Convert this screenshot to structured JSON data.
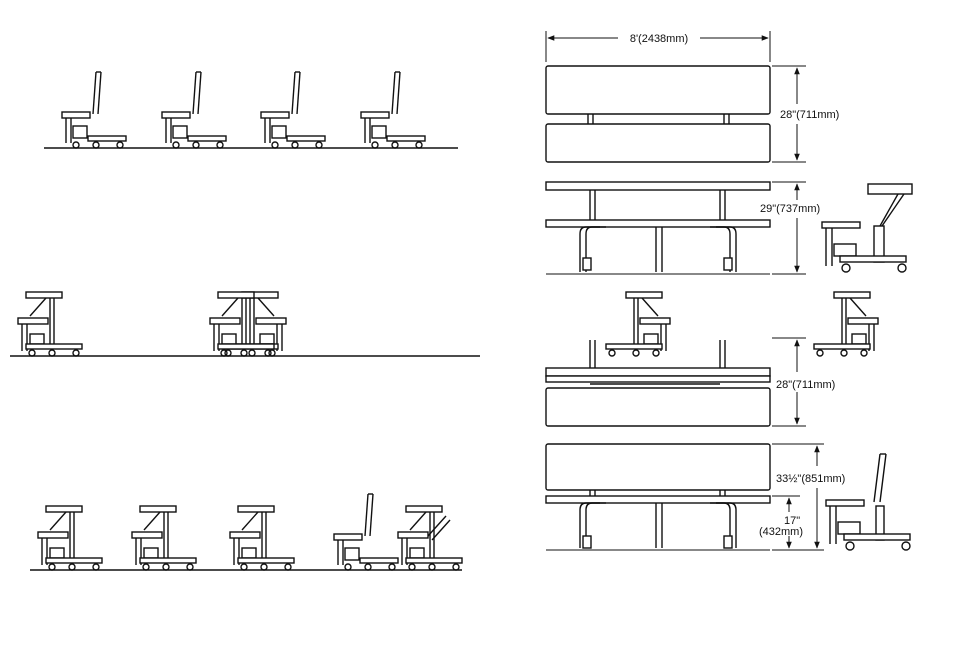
{
  "dimensions": {
    "overall_length": "8'(2438mm)",
    "tabletop_width": "28\"(711mm)",
    "table_height": "29\"(737mm)",
    "seat_width": "28\"(711mm)",
    "back_height": "33½\"(851mm)",
    "seat_height_imperial": "17\"",
    "seat_height_metric": "(432mm)"
  }
}
